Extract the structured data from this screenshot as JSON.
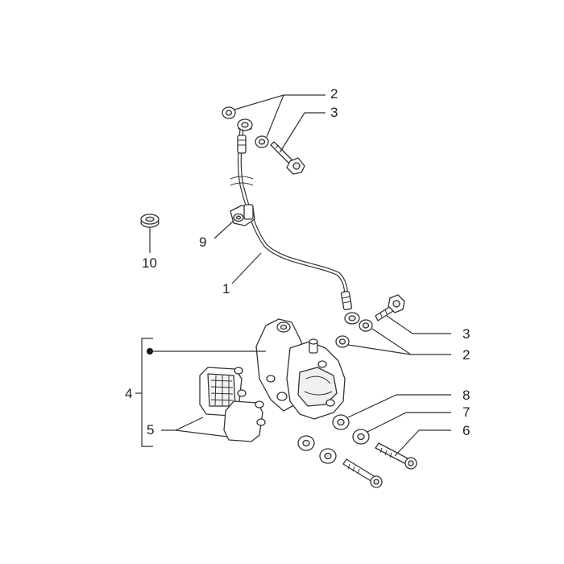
{
  "labels": {
    "p1": "1",
    "p2_top": "2",
    "p2_bottom": "2",
    "p3_top": "3",
    "p3_bottom": "3",
    "p4": "4",
    "p5": "5",
    "p6": "6",
    "p7": "7",
    "p8": "8",
    "p9": "9",
    "p10": "10"
  },
  "colors": {
    "line": "#333333",
    "fill": "#ffffff",
    "shade": "#e8e8e8",
    "background": "#ffffff"
  }
}
